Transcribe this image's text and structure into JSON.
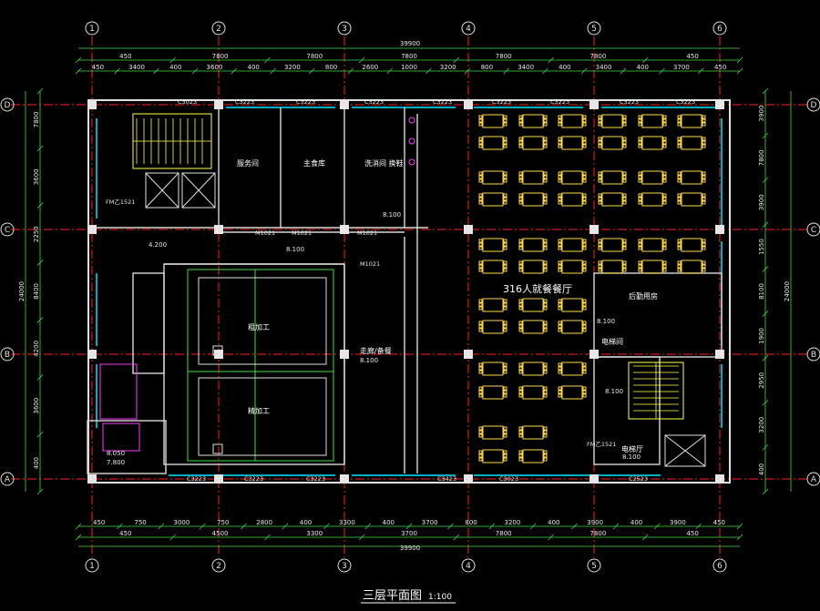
{
  "drawing": {
    "title": "三层平面图",
    "scale": "1:100",
    "total_width": "39900",
    "total_depth": "24000"
  },
  "axes_x": [
    "1",
    "2",
    "3",
    "4",
    "5",
    "6"
  ],
  "axes_y": [
    "D",
    "C",
    "B",
    "A"
  ],
  "dims_top_row1": [
    "450",
    "7800",
    "7800",
    "7800",
    "7800",
    "7800",
    "450"
  ],
  "dims_top_row2": [
    "450",
    "3400",
    "400",
    "3600",
    "400",
    "3200",
    "800",
    "2600",
    "1000",
    "3200",
    "800",
    "3400",
    "400",
    "3400",
    "400",
    "3700",
    "450"
  ],
  "dims_bottom_row1": [
    "450",
    "750",
    "3000",
    "750",
    "2800",
    "400",
    "3300",
    "400",
    "3700",
    "800",
    "3200",
    "400",
    "3900",
    "400",
    "3900",
    "450"
  ],
  "dims_bottom_row2": [
    "450",
    "4500",
    "3300",
    "3700",
    "7800",
    "7800",
    "450"
  ],
  "dims_left": [
    "7800",
    "3600",
    "2250",
    "8400",
    "4200",
    "3600",
    "400"
  ],
  "dims_right": [
    "3900",
    "7800",
    "3900",
    "1550",
    "8100",
    "1900",
    "2950",
    "3200",
    "400"
  ],
  "rooms": {
    "dining_hall": "316人就餐餐厅",
    "kitchen": "后勤用房",
    "staff_a": "服务间",
    "staff_b": "主食库",
    "dishwash": "洗消间\n换鞋",
    "prep1": "粗加工",
    "prep2": "精加工",
    "corridor": "走廊/备餐",
    "power": "电梯间",
    "stair_lobby": "电梯厅"
  },
  "doors": [
    "C3023",
    "C3223",
    "C3223",
    "C3223",
    "C3223",
    "C3223",
    "C3223",
    "C3223",
    "C3223",
    "C3223",
    "C3223",
    "C3223",
    "C3423",
    "C3023",
    "C2523",
    "M1021",
    "M1021",
    "M1021",
    "M1021",
    "FM乙1521",
    "FM乙1521"
  ],
  "elevations": [
    "4.200",
    "8.100",
    "8.100",
    "8.100",
    "8.100",
    "8.100",
    "8.100",
    "8.050",
    "7.800"
  ],
  "colors": {
    "grid": "#ff2020",
    "dim": "#3fdc3f",
    "wall": "#e0e0e0",
    "window": "#00e5ff",
    "furniture": "#ffd84a",
    "stair": "#ffff4a",
    "equipment": "#ff3cff"
  }
}
